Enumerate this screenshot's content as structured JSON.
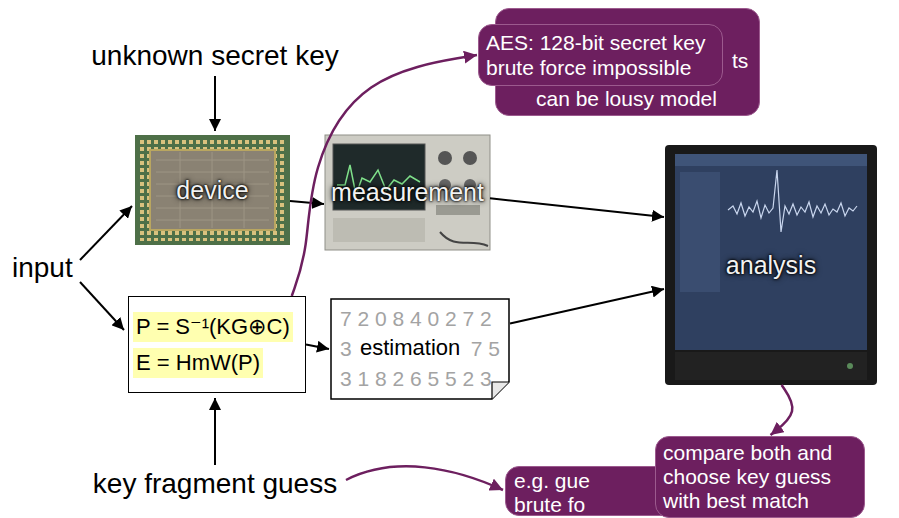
{
  "diagram": {
    "nodes": [
      {
        "text": [
          "ts",
          "can be lousy model"
        ]
      },
      {
        "text": [
          "AES: 128-bit secret key brute force impossible"
        ]
      },
      {
        "text": [
          "device"
        ]
      },
      {
        "text": [
          "measurement"
        ]
      },
      {
        "text": [
          "analysis"
        ]
      },
      {
        "text": [
          "P = S⁻¹(KG⊕C)",
          "E = HmW(P)"
        ]
      },
      {
        "text": [
          "7 2 0 8 4 0 2 7 2",
          "3",
          "estimation",
          "7 5",
          "3 1 8 2 6 5 5 2 3"
        ]
      },
      {
        "text": [
          "e.g. gue",
          "brute fo"
        ]
      },
      {
        "text": [
          "compare both and choose key guess with best match"
        ]
      }
    ],
    "edges": [
      {
        "from": 2,
        "to": 3,
        "arrow": "to"
      },
      {
        "from": 3,
        "to": 4,
        "arrow": "to"
      },
      {
        "from": 5,
        "to": 6,
        "arrow": "to"
      },
      {
        "from": 6,
        "to": 4,
        "arrow": "to"
      },
      {
        "from": 5,
        "to": 1,
        "arrow": "to"
      },
      {
        "from": 4,
        "to": 8,
        "arrow": "to"
      }
    ],
    "labels": [
      "unknown secret key",
      "input",
      "key fragment guess"
    ]
  }
}
